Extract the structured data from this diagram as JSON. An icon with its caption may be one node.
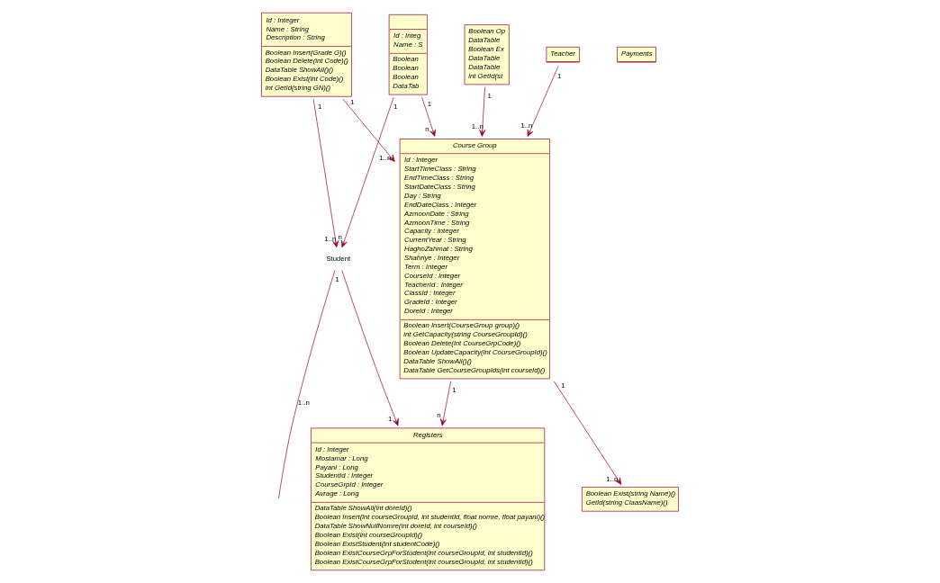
{
  "diagram": {
    "nodes": [
      {
        "text": [
          "Id : Integer",
          "Name : String",
          "Description : String",
          "Boolean Insert(Grade G)()",
          "Boolean Delete(int Code)()",
          "DataTable ShowAll()()",
          "Boolean Exist(int Code)()",
          "int GetId(string GN)()"
        ]
      },
      {
        "text": [
          "Boolean Exist(string Name)()",
          "GetId(string ClaasName)()"
        ]
      },
      {
        "text": [
          "Boolean Op",
          "DataTable",
          "Boolean Ex",
          "DataTable",
          "DataTable",
          "int GetId(st"
        ]
      },
      {
        "text": [
          "Course Group",
          "Id : Integer",
          "StartTimeClass : String",
          "EndTimeClass : String",
          "StartDateClass : String",
          "Day : String",
          "EndDateClass : Integer",
          "AzmoonDate : String",
          "AzmoonTime : String",
          "Capacity : Integer",
          "CurrentYear : String",
          "HaghoZahmat : String",
          "Shahriye : Integer",
          "Term : Integer",
          "CourseId : Integer",
          "TeacherId : Integer",
          "ClassId : Integer",
          "GradeId : Integer",
          "DoreId : Integer",
          "Boolean Insert(CourseGroup group)()",
          "int GetCapacity(string CourseGroupId)()",
          "Boolean Delete(int CourseGrpCode)()",
          "Boolean UpdateCapacity(int CourseGroupId)()",
          "DataTable ShowAll()()",
          "DataTable GetCourseGroupIds(int courseId)()"
        ]
      },
      {
        "text": [
          "Registers",
          "Id : Integer",
          "Mostamar : Long",
          "Payani : Long",
          "StudentId : Integer",
          "CourseGrpId : Integer",
          "Avrage : Long",
          "DataTable ShowAll(int doreId)()",
          "Boolean Insert(int courseGroupId, int studentId, float nomre, float payani)()",
          "DataTable ShowNullNomre(int doreId, int courseId)()",
          "Boolean Exist(int courseGroupId)()",
          "Boolean ExistStudent(int studentCode)()",
          "Boolean ExistCourseGrpForStudent(int courseGroupId, int studentId)()",
          "Boolean ExistCourseGrpForStudent(int courseGroupId, int studentId)()"
        ]
      },
      {
        "text": [
          "Student"
        ]
      },
      {
        "text": [
          "Id : Integ",
          "Name : S",
          "Boolean",
          "Boolean",
          "Boolean",
          "DataTab"
        ]
      },
      {
        "text": [
          "Payments"
        ]
      },
      {
        "text": [
          "Teacher"
        ]
      }
    ],
    "edges": [
      {
        "from": 0,
        "to": 3,
        "arrow": "to"
      },
      {
        "from": 0,
        "to": 5,
        "arrow": "to"
      },
      {
        "from": 3,
        "to": 1,
        "arrow": "to"
      },
      {
        "from": 2,
        "to": 3,
        "arrow": "to"
      },
      {
        "from": 3,
        "to": 4,
        "arrow": "to"
      },
      {
        "from": 5,
        "to": 4,
        "arrow": "to"
      },
      {
        "from": 6,
        "to": 3,
        "arrow": "to"
      },
      {
        "from": 6,
        "to": 5,
        "arrow": "to"
      },
      {
        "from": 8,
        "to": 3,
        "arrow": "to"
      },
      {
        "from": 5,
        "to": null,
        "arrow": "none"
      }
    ],
    "labels": [
      "1..n",
      "1",
      "1",
      "1",
      "1",
      "1..n",
      "1..n",
      "1",
      "n",
      "n",
      "1",
      "1",
      "1..n",
      "1..n",
      "n",
      "1..n",
      "1",
      "1",
      "1"
    ]
  }
}
